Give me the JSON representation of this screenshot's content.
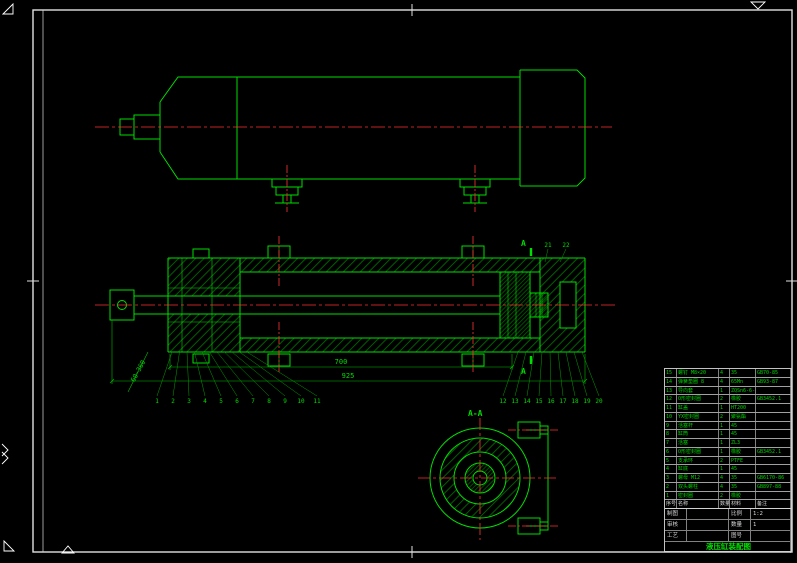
{
  "app": {
    "background": "#000000"
  },
  "colors": {
    "line": "#00dd00",
    "hatch": "#00a000",
    "center": "#ff3232",
    "frame": "#e0e0e0",
    "text": "#00dd00"
  },
  "views": {
    "section_label": "A-A",
    "section_marker": "A",
    "dim_700": "700",
    "dim_925": "925",
    "dim_stroke": "60~360"
  },
  "callouts": {
    "left": [
      "1",
      "2",
      "3",
      "4",
      "5",
      "6",
      "7",
      "8",
      "9",
      "10",
      "11"
    ],
    "right": [
      "12",
      "13",
      "14",
      "15",
      "16",
      "17",
      "18",
      "19",
      "20"
    ],
    "top": [
      "21",
      "22"
    ]
  },
  "bom": {
    "headers": [
      "序号",
      "名称",
      "数量",
      "材料",
      "备注"
    ],
    "rows": [
      [
        "15",
        "螺钉 M8×20",
        "4",
        "35",
        "GB70-85"
      ],
      [
        "14",
        "弹簧垫圈 8",
        "4",
        "65Mn",
        "GB93-87"
      ],
      [
        "13",
        "导向套",
        "1",
        "ZQSn6-6-3",
        ""
      ],
      [
        "12",
        "O形密封圈",
        "2",
        "橡胶",
        "GB3452.1"
      ],
      [
        "11",
        "缸盖",
        "1",
        "HT200",
        ""
      ],
      [
        "10",
        "YX密封圈",
        "2",
        "聚氨酯",
        ""
      ],
      [
        "9",
        "活塞杆",
        "1",
        "45",
        ""
      ],
      [
        "8",
        "缸筒",
        "1",
        "45",
        ""
      ],
      [
        "7",
        "活塞",
        "1",
        "ZL3",
        ""
      ],
      [
        "6",
        "O形密封圈",
        "1",
        "橡胶",
        "GB3452.1"
      ],
      [
        "5",
        "支承环",
        "2",
        "PTFE",
        ""
      ],
      [
        "4",
        "缸底",
        "1",
        "45",
        ""
      ],
      [
        "3",
        "螺母 M12",
        "4",
        "35",
        "GB6170-86"
      ],
      [
        "2",
        "双头螺柱",
        "4",
        "35",
        "GB897-88"
      ],
      [
        "1",
        "密封圈",
        "2",
        "橡胶",
        ""
      ]
    ]
  },
  "title_block": {
    "r1c1": "制图",
    "r1c2": "",
    "r1c3": "比例",
    "r1c4": "1:2",
    "r2c1": "审核",
    "r2c2": "",
    "r2c3": "数量",
    "r2c4": "1",
    "r3c1": "工艺",
    "r3c2": "",
    "r3c3": "图号",
    "r3c4": "",
    "title": "液压缸装配图"
  }
}
